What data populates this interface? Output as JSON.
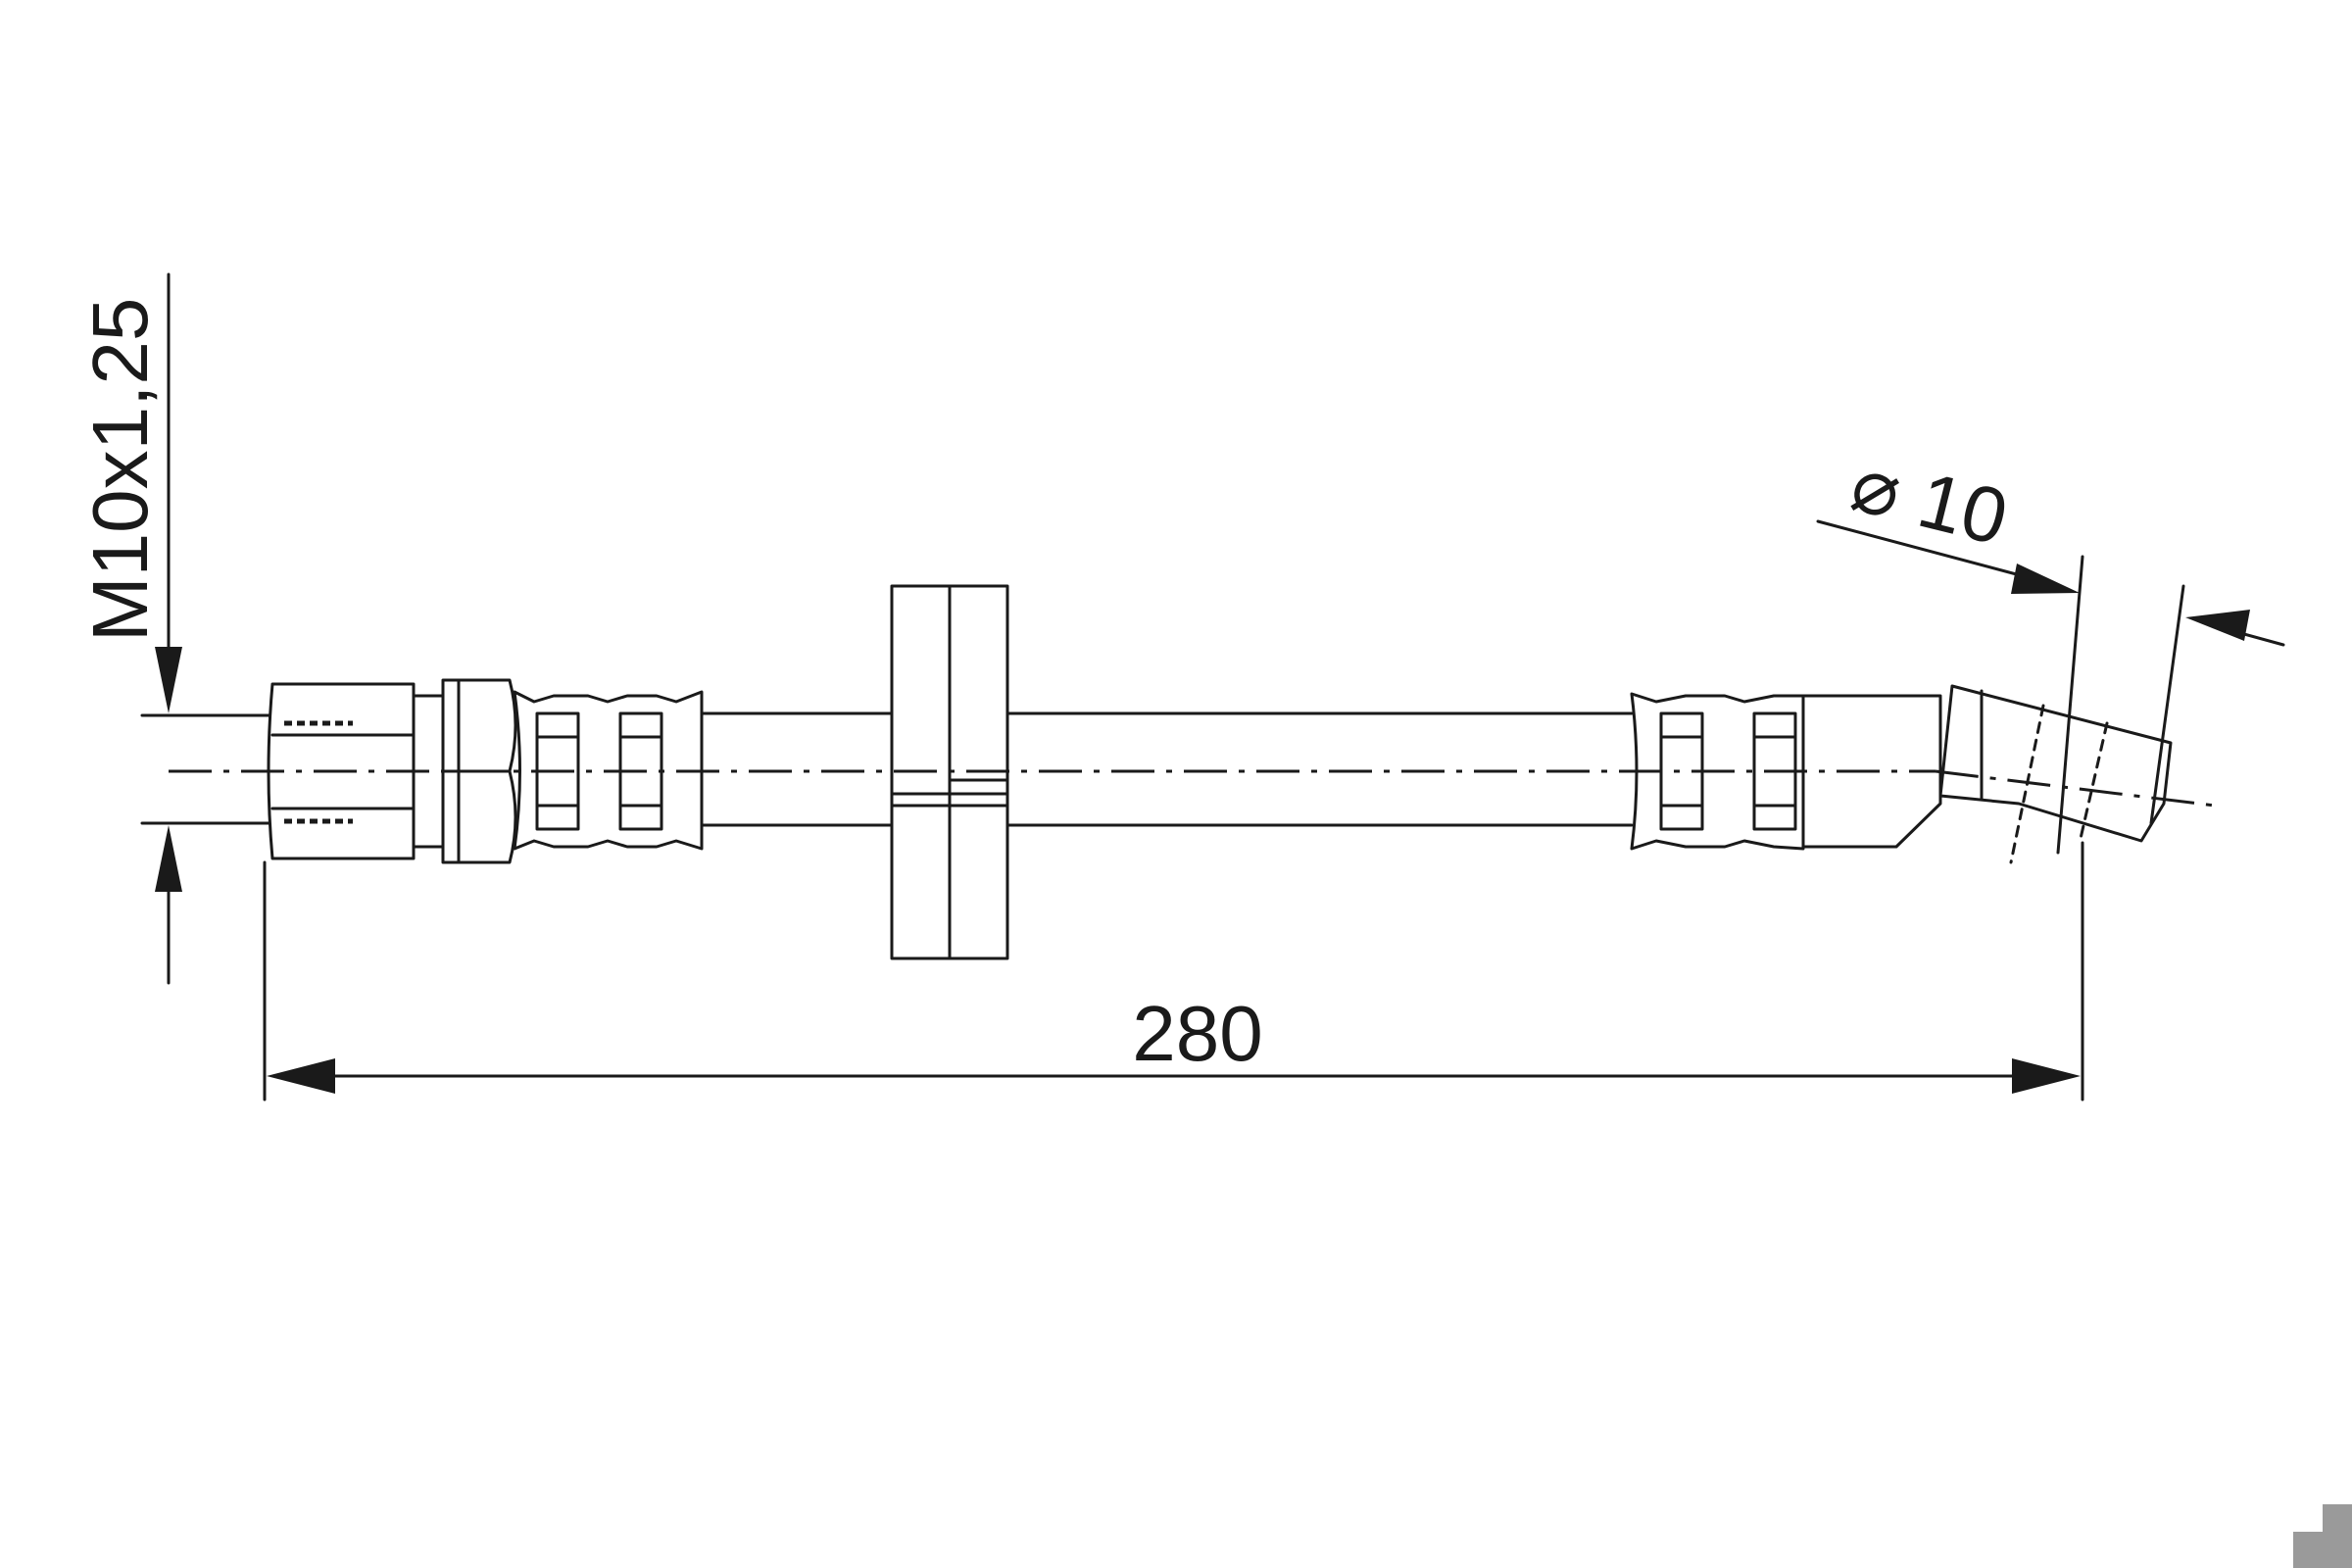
{
  "drawing": {
    "thread_label": "M10x1,25",
    "diameter_label": "⌀ 10",
    "length_label": "280"
  },
  "colors": {
    "line": "#1a1a1a",
    "background": "#ffffff",
    "corner_mark": "#9a9a9a"
  }
}
